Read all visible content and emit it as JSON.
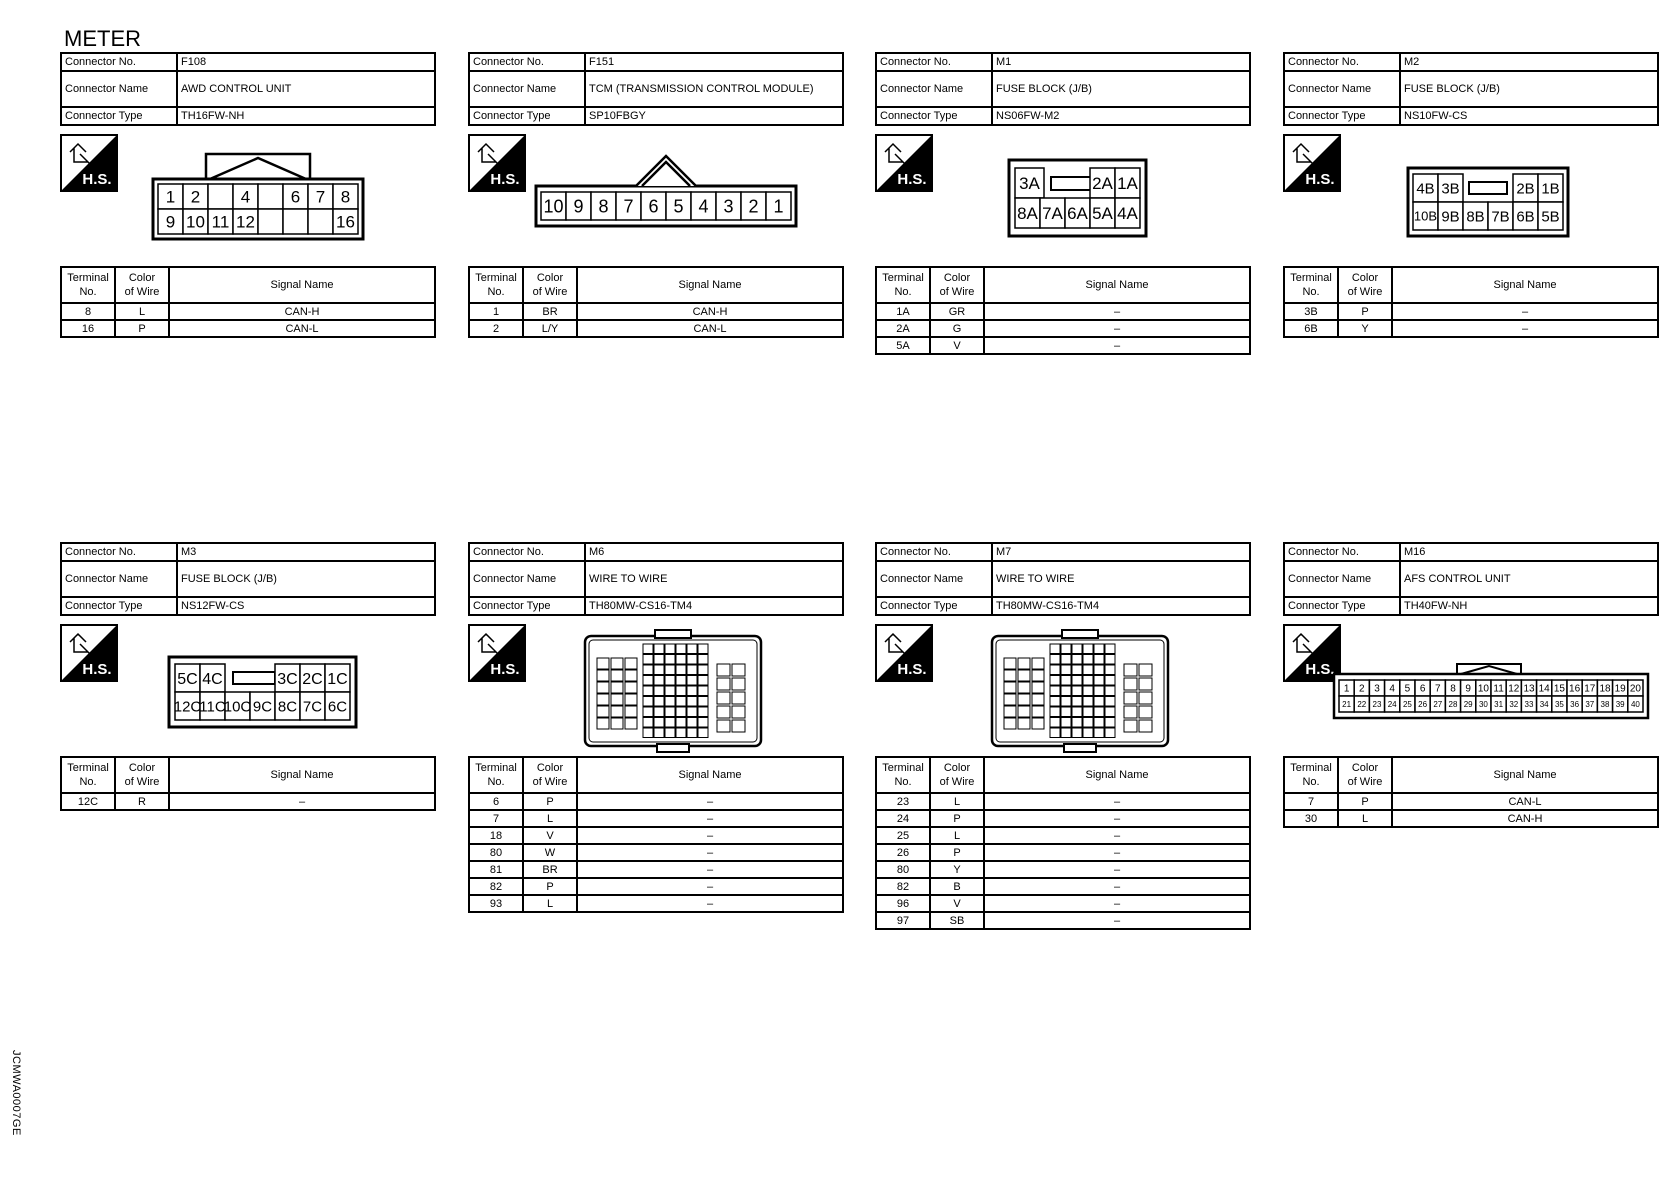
{
  "title": "METER",
  "side_code": "JCMWA0007GE",
  "labels": {
    "connector_no": "Connector No.",
    "connector_name": "Connector Name",
    "connector_type": "Connector Type",
    "terminal_no": [
      "Terminal",
      "No."
    ],
    "color_of_wire": [
      "Color",
      "of Wire"
    ],
    "signal_name": "Signal Name",
    "hs_badge": "H.S."
  },
  "connectors": [
    {
      "no": "F108",
      "name": "AWD CONTROL UNIT",
      "type": "TH16FW-NH",
      "rows": [
        [
          "8",
          "L",
          "CAN-H"
        ],
        [
          "16",
          "P",
          "CAN-L"
        ]
      ]
    },
    {
      "no": "F151",
      "name": "TCM (TRANSMISSION CONTROL MODULE)",
      "type": "SP10FBGY",
      "rows": [
        [
          "1",
          "BR",
          "CAN-H"
        ],
        [
          "2",
          "L/Y",
          "CAN-L"
        ]
      ]
    },
    {
      "no": "M1",
      "name": "FUSE BLOCK (J/B)",
      "type": "NS06FW-M2",
      "rows": [
        [
          "1A",
          "GR",
          "–"
        ],
        [
          "2A",
          "G",
          "–"
        ],
        [
          "5A",
          "V",
          "–"
        ]
      ]
    },
    {
      "no": "M2",
      "name": "FUSE BLOCK (J/B)",
      "type": "NS10FW-CS",
      "rows": [
        [
          "3B",
          "P",
          "–"
        ],
        [
          "6B",
          "Y",
          "–"
        ]
      ]
    },
    {
      "no": "M3",
      "name": "FUSE BLOCK (J/B)",
      "type": "NS12FW-CS",
      "rows": [
        [
          "12C",
          "R",
          "–"
        ]
      ]
    },
    {
      "no": "M6",
      "name": "WIRE TO WIRE",
      "type": "TH80MW-CS16-TM4",
      "rows": [
        [
          "6",
          "P",
          "–"
        ],
        [
          "7",
          "L",
          "–"
        ],
        [
          "18",
          "V",
          "–"
        ],
        [
          "80",
          "W",
          "–"
        ],
        [
          "81",
          "BR",
          "–"
        ],
        [
          "82",
          "P",
          "–"
        ],
        [
          "93",
          "L",
          "–"
        ]
      ]
    },
    {
      "no": "M7",
      "name": "WIRE TO WIRE",
      "type": "TH80MW-CS16-TM4",
      "rows": [
        [
          "23",
          "L",
          "–"
        ],
        [
          "24",
          "P",
          "–"
        ],
        [
          "25",
          "L",
          "–"
        ],
        [
          "26",
          "P",
          "–"
        ],
        [
          "80",
          "Y",
          "–"
        ],
        [
          "82",
          "B",
          "–"
        ],
        [
          "96",
          "V",
          "–"
        ],
        [
          "97",
          "SB",
          "–"
        ]
      ]
    },
    {
      "no": "M16",
      "name": "AFS CONTROL UNIT",
      "type": "TH40FW-NH",
      "rows": [
        [
          "7",
          "P",
          "CAN-L"
        ],
        [
          "30",
          "L",
          "CAN-H"
        ]
      ]
    }
  ],
  "pinouts": {
    "F108": {
      "top": [
        "1",
        "2",
        "",
        "4",
        "",
        "6",
        "7",
        "8"
      ],
      "bottom": [
        "9",
        "10",
        "11",
        "12",
        "",
        "",
        "",
        "16"
      ]
    },
    "F151": [
      "10",
      "9",
      "8",
      "7",
      "6",
      "5",
      "4",
      "3",
      "2",
      "1"
    ],
    "M1": {
      "top": [
        "3A",
        "2A",
        "1A"
      ],
      "bottom": [
        "8A",
        "7A",
        "6A",
        "5A",
        "4A"
      ]
    },
    "M2": {
      "top": [
        "4B",
        "3B",
        "2B",
        "1B"
      ],
      "bottom": [
        "10B",
        "9B",
        "8B",
        "7B",
        "6B",
        "5B"
      ]
    },
    "M3": {
      "top": [
        "5C",
        "4C",
        "3C",
        "2C",
        "1C"
      ],
      "bottom": [
        "12C",
        "11C",
        "10C",
        "9C",
        "8C",
        "7C",
        "6C"
      ]
    },
    "M16": {
      "top": [
        "1",
        "2",
        "3",
        "4",
        "5",
        "6",
        "7",
        "8",
        "9",
        "10",
        "11",
        "12",
        "13",
        "14",
        "15",
        "16",
        "17",
        "18",
        "19",
        "20"
      ],
      "bottom": [
        "21",
        "22",
        "23",
        "24",
        "25",
        "26",
        "27",
        "28",
        "29",
        "30",
        "31",
        "32",
        "33",
        "34",
        "35",
        "36",
        "37",
        "38",
        "39",
        "40"
      ]
    }
  }
}
